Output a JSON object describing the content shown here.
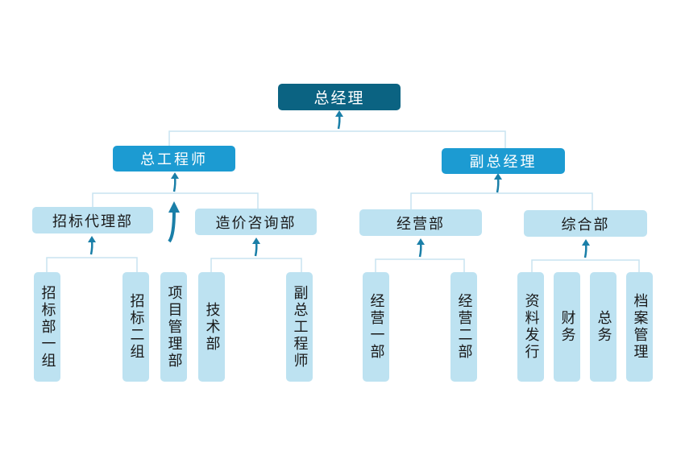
{
  "root": "总经理",
  "level2": [
    "总工程师",
    "副总经理"
  ],
  "level3": [
    "招标代理部",
    "造价咨询部",
    "经营部",
    "综合部"
  ],
  "leaves": [
    "招标部一组",
    "招标二组",
    "项目管理部",
    "技术部",
    "副总工程师",
    "经营一部",
    "经营二部",
    "资料发行",
    "财务",
    "总务",
    "档案管理"
  ],
  "colors": {
    "root": "#0b6382",
    "level2": "#1c9bd2",
    "level3": "#bde2f1",
    "line": "#c8e4f0",
    "arrow": "#1a7fa8"
  }
}
